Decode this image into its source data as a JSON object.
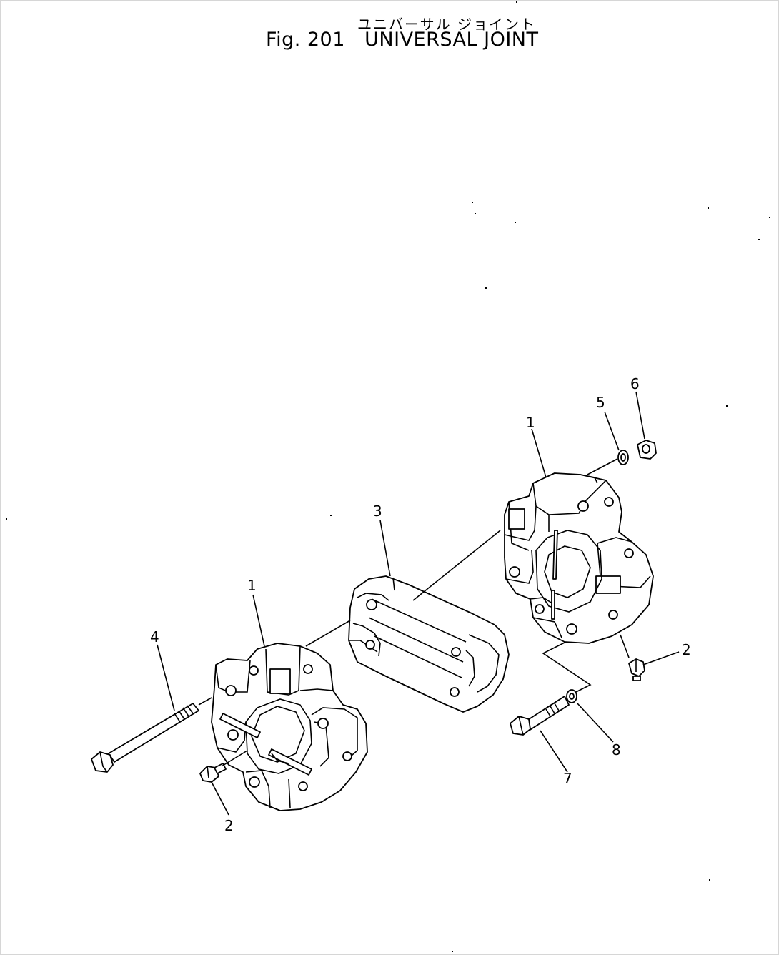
{
  "figure": {
    "title_jp": "ユニバーサル ジョイント",
    "label": "Fig. 201",
    "title": "UNIVERSAL JOINT"
  },
  "callouts": [
    {
      "id": "c1a",
      "text": "1"
    },
    {
      "id": "c1b",
      "text": "1"
    },
    {
      "id": "c2a",
      "text": "2"
    },
    {
      "id": "c2b",
      "text": "2"
    },
    {
      "id": "c3",
      "text": "3"
    },
    {
      "id": "c4",
      "text": "4"
    },
    {
      "id": "c5",
      "text": "5"
    },
    {
      "id": "c6",
      "text": "6"
    },
    {
      "id": "c7",
      "text": "7"
    },
    {
      "id": "c8",
      "text": "8"
    }
  ]
}
